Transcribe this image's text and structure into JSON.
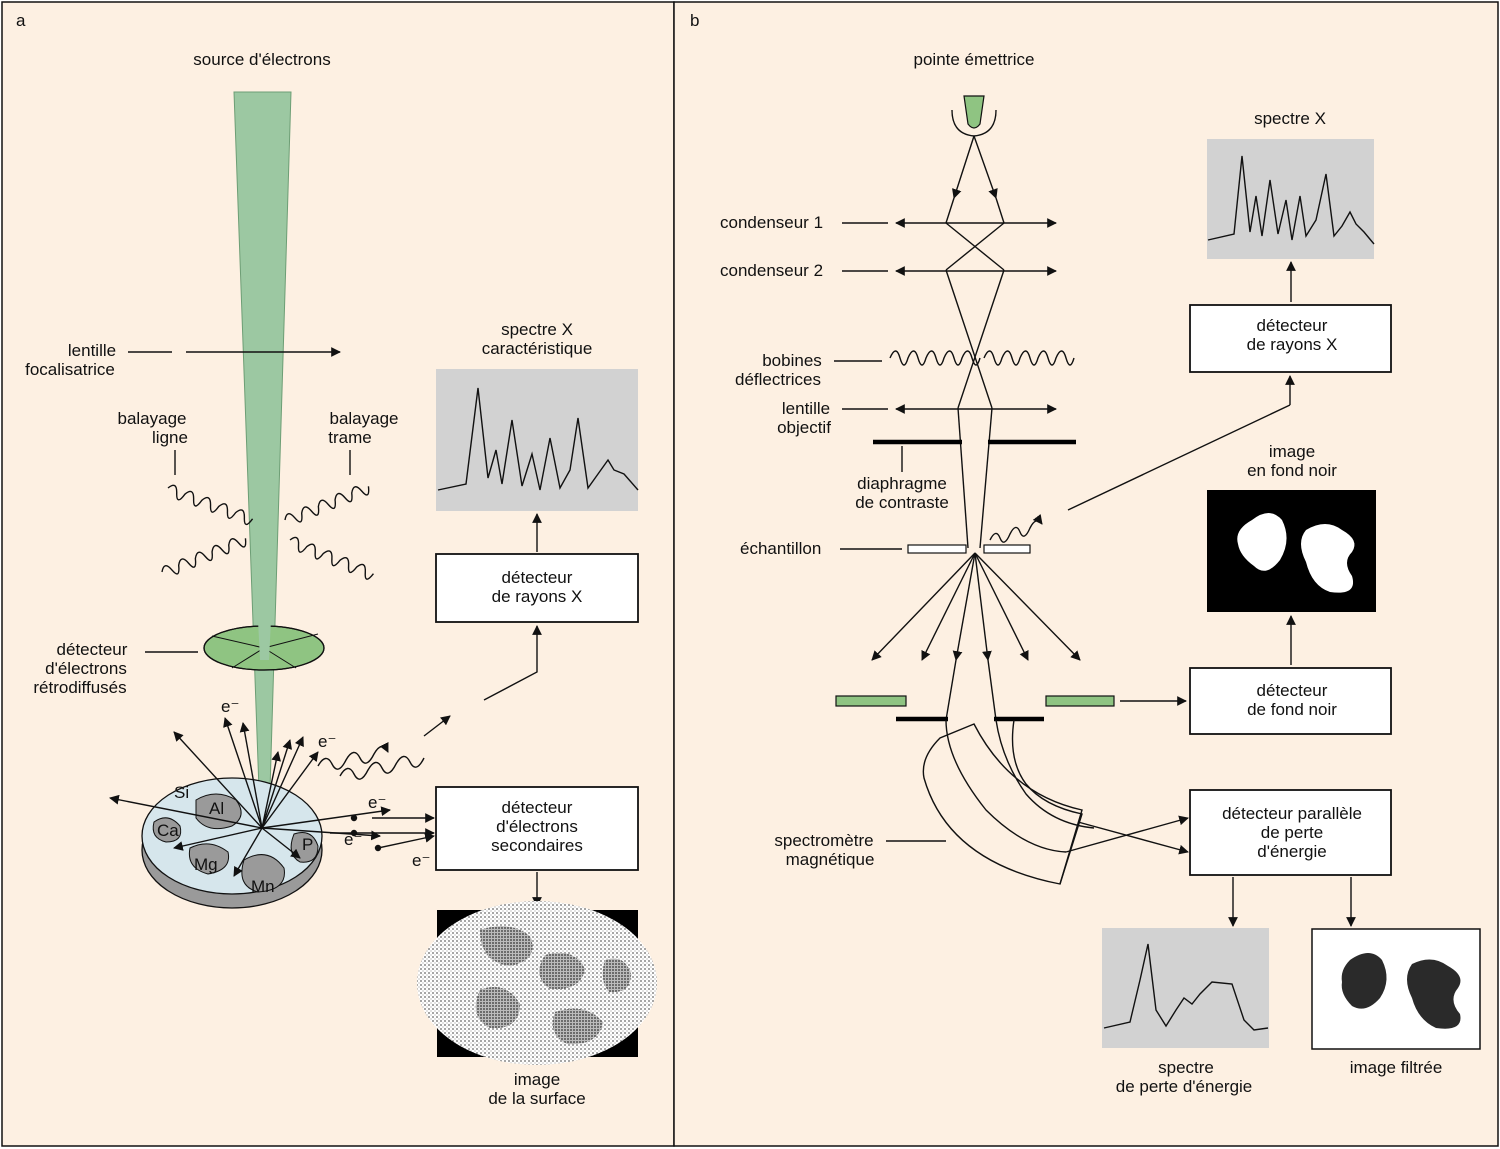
{
  "colors": {
    "background": "#fdf0e2",
    "beam_green": "#9cc8a2",
    "detector_green": "#8fc482",
    "spectrum_gray": "#d2d2d2",
    "sample_face": "#d6e6ec",
    "sample_side": "#9a9a9a",
    "dark": "#000000"
  },
  "panel_a": {
    "letter": "a",
    "source_label": "source d'électrons",
    "lens_label": [
      "lentille",
      "focalisatrice"
    ],
    "scan_line_label": [
      "balayage",
      "ligne"
    ],
    "scan_frame_label": [
      "balayage",
      "trame"
    ],
    "backscatter_label": [
      "détecteur",
      "d'électrons",
      "rétrodiffusés"
    ],
    "electron_symbol": "e⁻",
    "elements": [
      "Si",
      "Al",
      "Ca",
      "Mg",
      "Mn",
      "P"
    ],
    "xray_spectrum_title": [
      "spectre X",
      "caractéristique"
    ],
    "xray_detector": [
      "détecteur",
      "de rayons X"
    ],
    "secondary_detector": [
      "détecteur",
      "d'électrons",
      "secondaires"
    ],
    "surface_image_label": [
      "image",
      "de la surface"
    ],
    "icons": [
      "electron-beam-icon",
      "scan-coil-icon",
      "annular-detector-icon",
      "specimen-disc-icon",
      "xray-spectrum-icon",
      "surface-image-icon"
    ]
  },
  "panel_b": {
    "letter": "b",
    "tip_label": "pointe émettrice",
    "condenser1": "condenseur 1",
    "condenser2": "condenseur 2",
    "deflector_label": [
      "bobines",
      "déflectrices"
    ],
    "objective_label": [
      "lentille",
      "objectif"
    ],
    "aperture_label": [
      "diaphragme",
      "de contraste"
    ],
    "sample_label": "échantillon",
    "spectrometer_label": [
      "spectromètre",
      "magnétique"
    ],
    "xray_spectrum_title": "spectre X",
    "xray_detector": [
      "détecteur",
      "de rayons X"
    ],
    "darkfield_image_label": [
      "image",
      "en fond noir"
    ],
    "darkfield_detector": [
      "détecteur",
      "de fond noir"
    ],
    "parallel_detector": [
      "détecteur parallèle",
      "de perte",
      "d'énergie"
    ],
    "eels_spectrum_label": [
      "spectre",
      "de perte d'énergie"
    ],
    "filtered_image_label": "image filtrée",
    "icons": [
      "emitter-tip-icon",
      "lens-arrow-icon",
      "deflection-coil-icon",
      "dark-field-image-icon",
      "eels-spectrum-icon",
      "filtered-image-icon"
    ]
  }
}
